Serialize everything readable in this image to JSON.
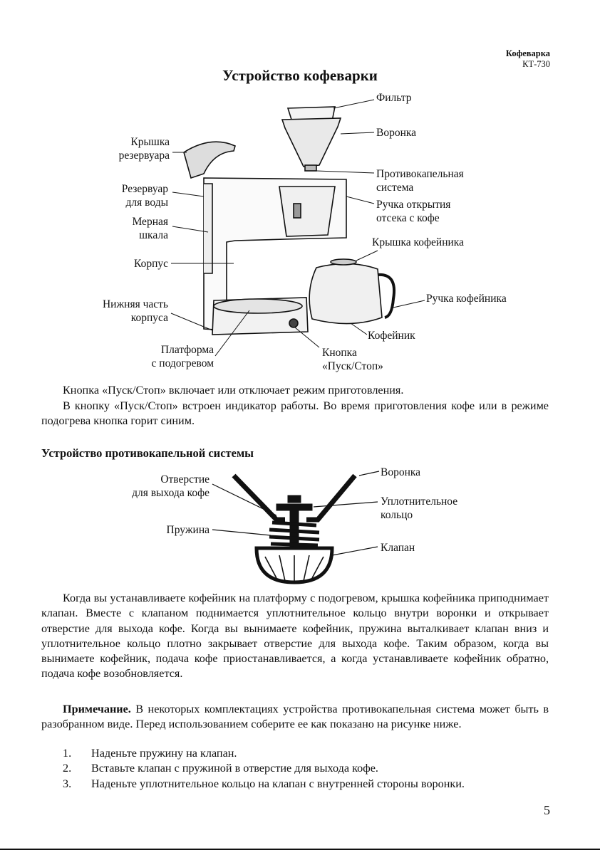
{
  "header": {
    "product": "Кофеварка",
    "model": "КТ-730"
  },
  "title": "Устройство кофеварки",
  "diagram1_labels": {
    "filter": "Фильтр",
    "funnel": "Воронка",
    "antidrip_l1": "Противокапельная",
    "antidrip_l2": "система",
    "handle_l1": "Ручка открытия",
    "handle_l2": "отсека с кофе",
    "pot_lid": "Крышка кофейника",
    "pot_handle": "Ручка кофейника",
    "pot": "Кофейник",
    "button_l1": "Кнопка",
    "button_l2": "«Пуск/Стоп»",
    "platform_l1": "Платформа",
    "platform_l2": "с подогревом",
    "lower_l1": "Нижняя часть",
    "lower_l2": "корпуса",
    "body": "Корпус",
    "scale_l1": "Мерная",
    "scale_l2": "шкала",
    "reservoir_l1": "Резервуар",
    "reservoir_l2": "для воды",
    "lid_l1": "Крышка",
    "lid_l2": "резервуара"
  },
  "para1": "Кнопка «Пуск/Стоп» включает или отключает режим приготовления.",
  "para2": "В кнопку «Пуск/Стоп» встроен индикатор работы. Во время приготовления кофе или в режиме подогрева кнопка горит синим.",
  "section2_title": "Устройство противокапельной системы",
  "diagram2_labels": {
    "outlet_l1": "Отверстие",
    "outlet_l2": "для выхода кофе",
    "spring": "Пружина",
    "funnel": "Воронка",
    "ring_l1": "Уплотнительное",
    "ring_l2": "кольцо",
    "valve": "Клапан"
  },
  "para3": "Когда вы устанавливаете кофейник на платформу с подогревом, крышка кофейника приподнимает клапан. Вместе с клапаном поднимается уплотнительное кольцо внутри воронки и открывает отверстие для выхода кофе. Когда вы вынимаете кофейник, пружина выталкивает клапан вниз и уплотнительное кольцо плотно закрывает отверстие для выхода кофе. Таким образом, когда вы вынимаете кофейник, подача кофе приостанавливается, а когда устанавливаете кофейник обратно, подача кофе возобновляется.",
  "note_label": "Примечание.",
  "note_text": " В некоторых комплектациях устройства противокапельная система может быть в разобранном виде. Перед использованием соберите ее как показано на рисунке ниже.",
  "steps": [
    {
      "num": "1.",
      "text": "Наденьте пружину на клапан."
    },
    {
      "num": "2.",
      "text": "Вставьте клапан с пружиной в отверстие для выхода кофе."
    },
    {
      "num": "3.",
      "text": "Наденьте уплотнительное кольцо на клапан с внутренней стороны воронки."
    }
  ],
  "page_number": "5"
}
